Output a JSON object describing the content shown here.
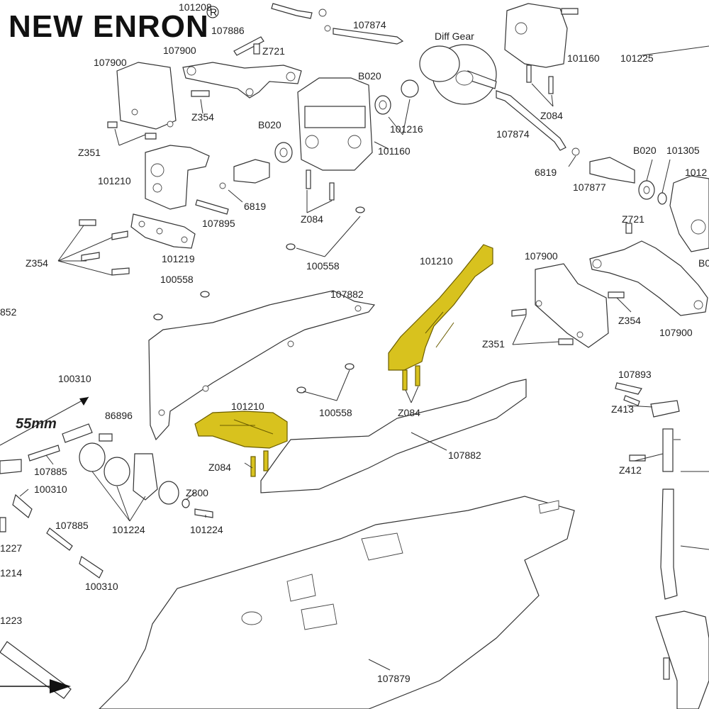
{
  "brand": {
    "name": "NEW ENRON",
    "mark": "R"
  },
  "dimension_label": "55mm",
  "labels": {
    "p101208": "101208",
    "p107874a": "107874",
    "p107886": "107886",
    "p107900a": "107900",
    "pZ721a": "Z721",
    "p107900b": "107900",
    "pZ354a": "Z354",
    "pZ351a": "Z351",
    "pB020a": "B020",
    "pB020b": "B020",
    "p101216": "101216",
    "p101160a": "101160",
    "pDiffGear": "Diff Gear",
    "p101160b": "101160",
    "p101225": "101225",
    "pZ084a": "Z084",
    "p107874b": "107874",
    "p101210a": "101210",
    "p6819a": "6819",
    "p107895": "107895",
    "pZ084b": "Z084",
    "p6819b": "6819",
    "pB020c": "B020",
    "p101305": "101305",
    "p101x": "1012",
    "p107877": "107877",
    "pZ721b": "Z721",
    "pB0x": "B0",
    "pZ354b": "Z354",
    "p101219": "101219",
    "p100558a": "100558",
    "p101210b": "101210",
    "p107900c": "107900",
    "p100558b": "100558",
    "p107882a": "107882",
    "pZ354c": "Z354",
    "p107900d": "107900",
    "pZ351b": "Z351",
    "p852": "852",
    "p107893": "107893",
    "pZ413": "Z413",
    "p100310a": "100310",
    "p86896": "86896",
    "p101210c": "101210",
    "pZ084c": "Z084",
    "p100558c": "100558",
    "p107882b": "107882",
    "pZ412": "Z412",
    "p107885a": "107885",
    "p100310b": "100310",
    "pZ084d": "Z084",
    "pZ800": "Z800",
    "p101224a": "101224",
    "p101224b": "101224",
    "p107885b": "107885",
    "p1227": "1227",
    "p1214": "1214",
    "p100310c": "100310",
    "p1223": "1223",
    "p107879": "107879"
  },
  "colors": {
    "highlight": "#d8c21e",
    "line": "#333333"
  }
}
